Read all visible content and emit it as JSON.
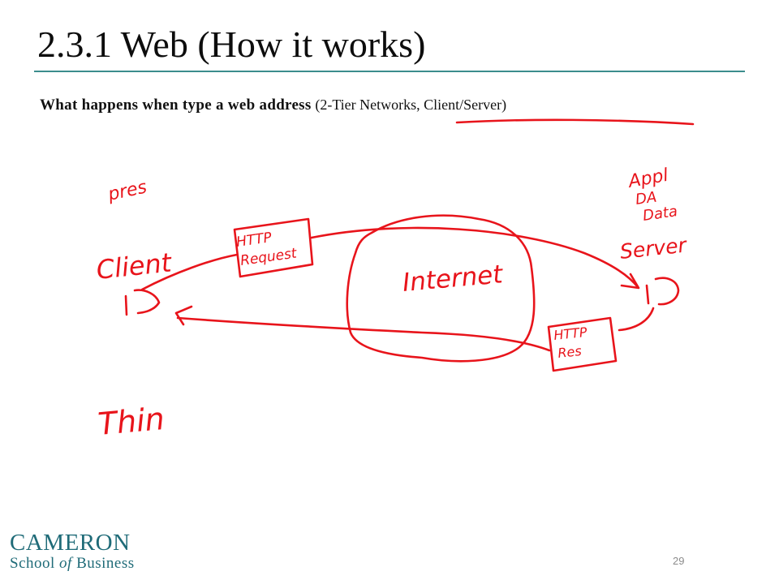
{
  "slide": {
    "title": "2.3.1  Web (How it works)",
    "subtitle_bold": "What happens when type a web address",
    "subtitle_paren": "(2-Tier Networks,  Client/Server)",
    "page_number": "29"
  },
  "handwriting": {
    "pres": "pres",
    "client": "Client",
    "thin": "Thin",
    "http_request": [
      "HTTP",
      "Request"
    ],
    "internet": "Internet",
    "server": "Server",
    "server_notes": [
      "Appl",
      "DA",
      "Data"
    ],
    "http_response": [
      "HTTP",
      "Res"
    ],
    "ink_color": "#e8141b"
  },
  "logo": {
    "line1": "CAMERON",
    "line2_prefix": "School ",
    "line2_of": "of",
    "line2_suffix": " Business",
    "color": "#1f6b78"
  }
}
